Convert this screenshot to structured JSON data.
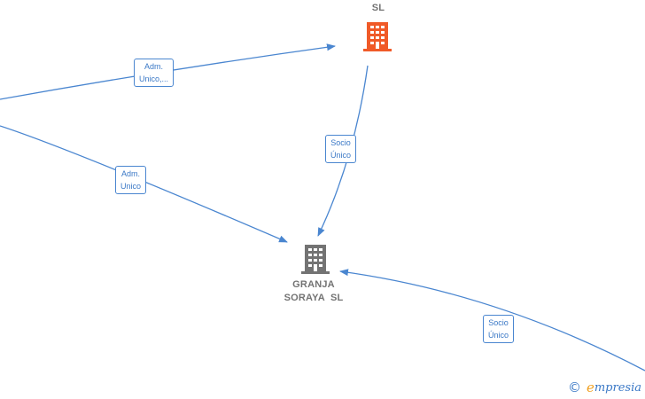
{
  "nodes": {
    "top_company": {
      "label_lines": [
        "SL"
      ],
      "icon": "building-icon",
      "color": "#f05a28"
    },
    "main_company": {
      "label_lines": [
        "GRANJA",
        "SORAYA  SL"
      ],
      "icon": "building-icon",
      "color": "#737373"
    }
  },
  "edges": {
    "to_top": {
      "label_lines": [
        "Adm.",
        "Unico,..."
      ]
    },
    "top_to_main": {
      "label_lines": [
        "Socio",
        "Único"
      ]
    },
    "left_to_main": {
      "label_lines": [
        "Adm.",
        "Unico"
      ]
    },
    "right_to_main": {
      "label_lines": [
        "Socio",
        "Único"
      ]
    }
  },
  "colors": {
    "edge": "#4a86d0",
    "accent": "#f05a28",
    "node_gray": "#737373"
  },
  "brand": {
    "copyright": "©",
    "e_letter": "e",
    "rest": "mpresia"
  }
}
